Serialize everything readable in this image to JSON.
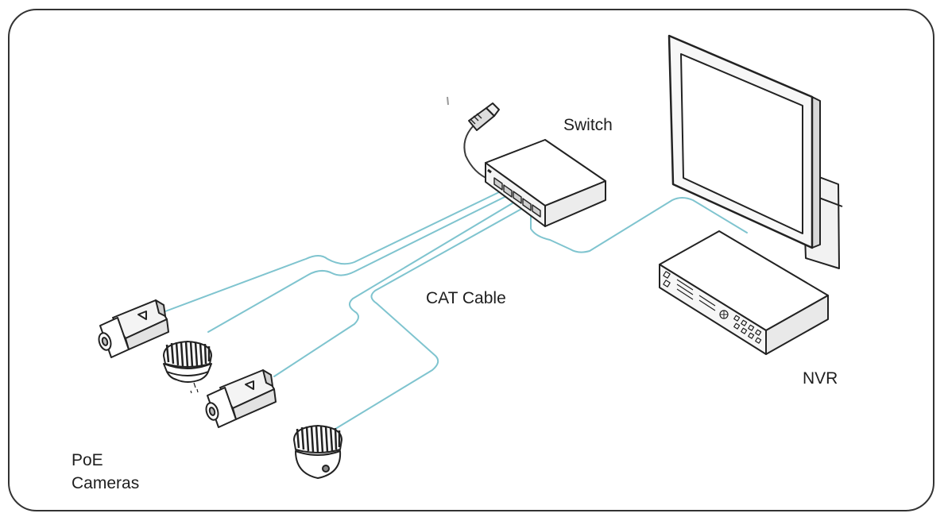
{
  "labels": {
    "switch": "Switch",
    "cat_cable": "CAT Cable",
    "nvr": "NVR",
    "poe_line1": "PoE",
    "poe_line2": "Cameras"
  },
  "colors": {
    "cable": "#7fc4cf",
    "outline": "#222222",
    "frame": "#333333",
    "text": "#1e1e1e"
  },
  "icons": [
    "switch-icon",
    "monitor-icon",
    "nvr-recorder-icon",
    "bullet-camera-icon",
    "dome-camera-icon",
    "power-plug-icon"
  ]
}
